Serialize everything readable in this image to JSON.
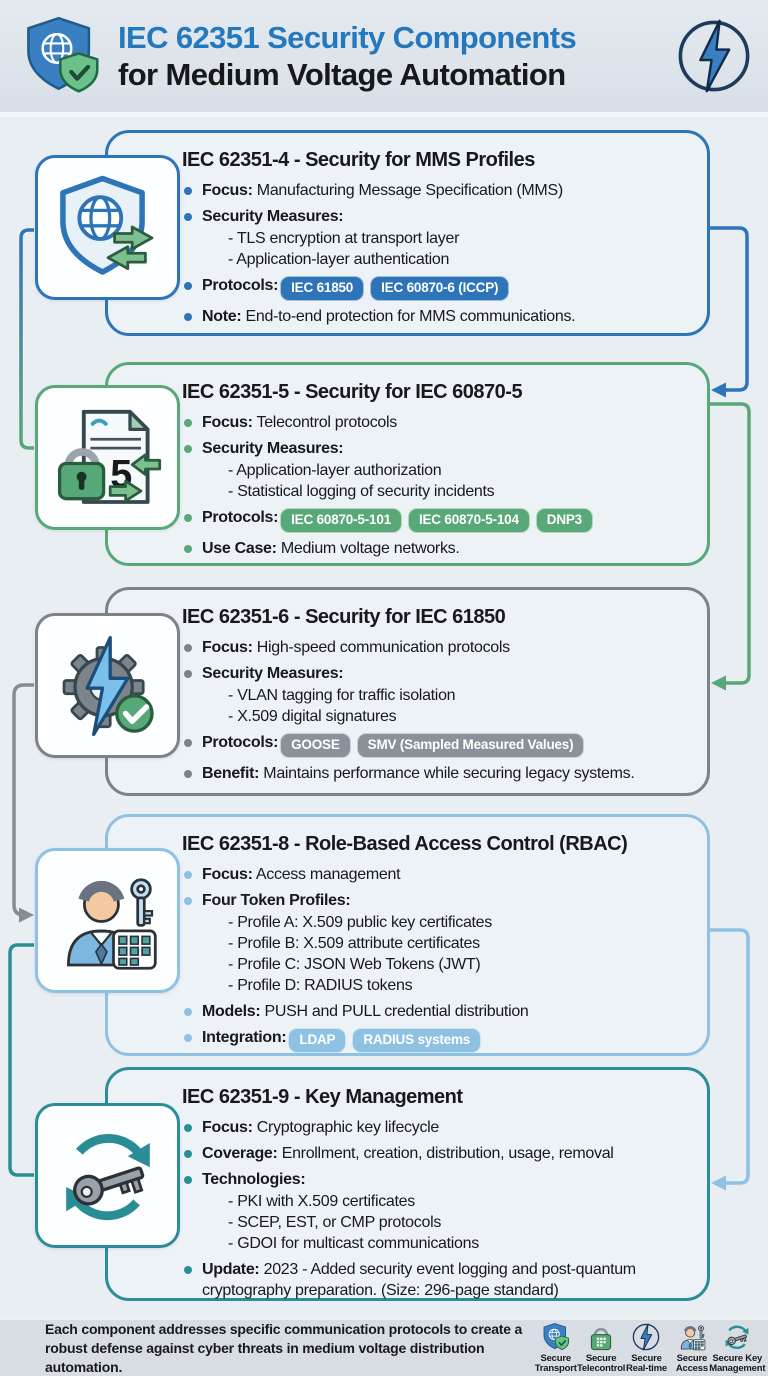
{
  "header": {
    "title_line1": "IEC 62351 Security Components",
    "title_line2": "for Medium Voltage Automation",
    "left_icon": "shield-globe-icon",
    "right_icon": "lightning-circle-icon"
  },
  "colors": {
    "blue": "#2e74b8",
    "green": "#58a878",
    "gray": "#7b8289",
    "light_blue": "#8fc1e3",
    "teal": "#2b8d95",
    "title_blue": "#2478bd"
  },
  "cards": [
    {
      "title": "IEC 62351-4 - Security for MMS Profiles",
      "icon": "shield-globe-exchange-icon",
      "accent": "#2e74b8",
      "badge_color": "#2e74b8",
      "items": [
        {
          "label": "Focus:",
          "text": "Manufacturing Message Specification (MMS)"
        },
        {
          "label": "Security Measures:",
          "subitems": [
            "TLS encryption at transport layer",
            "Application-layer authentication"
          ]
        },
        {
          "label": "Protocols:",
          "badges": [
            "IEC 61850",
            "IEC 60870-6 (ICCP)"
          ]
        },
        {
          "label": "Note:",
          "text": "End-to-end protection for MMS communications."
        }
      ]
    },
    {
      "title": "IEC 62351-5 - Security for IEC 60870-5",
      "icon": "document-lock-icon",
      "accent": "#58a878",
      "badge_color": "#58a878",
      "items": [
        {
          "label": "Focus:",
          "text": "Telecontrol protocols"
        },
        {
          "label": "Security Measures:",
          "subitems": [
            "Application-layer authorization",
            "Statistical logging of security incidents"
          ]
        },
        {
          "label": "Protocols:",
          "badges": [
            "IEC 60870-5-101",
            "IEC 60870-5-104",
            "DNP3"
          ]
        },
        {
          "label": "Use Case:",
          "text": "Medium voltage networks."
        }
      ]
    },
    {
      "title": "IEC 62351-6 - Security for IEC 61850",
      "icon": "gear-lightning-check-icon",
      "accent": "#7b8289",
      "badge_color": "#8a9198",
      "items": [
        {
          "label": "Focus:",
          "text": "High-speed communication protocols"
        },
        {
          "label": "Security Measures:",
          "subitems": [
            "VLAN tagging for traffic isolation",
            "X.509 digital signatures"
          ]
        },
        {
          "label": "Protocols:",
          "badges": [
            "GOOSE",
            "SMV (Sampled Measured Values)"
          ]
        },
        {
          "label": "Benefit:",
          "text": "Maintains performance while securing legacy systems."
        }
      ]
    },
    {
      "title": "IEC 62351-8 - Role-Based Access Control (RBAC)",
      "icon": "person-key-icon",
      "accent": "#8fc1e3",
      "badge_color": "#8fc1e3",
      "items": [
        {
          "label": "Focus:",
          "text": "Access management"
        },
        {
          "label": "Four Token Profiles:",
          "subitems": [
            "Profile A: X.509 public key certificates",
            "Profile B: X.509 attribute certificates",
            "Profile C: JSON Web Tokens (JWT)",
            "Profile D: RADIUS tokens"
          ]
        },
        {
          "label": "Models:",
          "text": "PUSH and PULL credential distribution"
        },
        {
          "label": "Integration:",
          "badges": [
            "LDAP",
            "RADIUS systems"
          ]
        }
      ]
    },
    {
      "title": "IEC 62351-9 - Key Management",
      "icon": "key-lifecycle-icon",
      "accent": "#2b8d95",
      "badge_color": "#2b8d95",
      "items": [
        {
          "label": "Focus:",
          "text": "Cryptographic key lifecycle"
        },
        {
          "label": "Coverage:",
          "text": "Enrollment, creation, distribution, usage, removal"
        },
        {
          "label": "Technologies:",
          "subitems": [
            "PKI with X.509 certificates",
            "SCEP, EST, or CMP protocols",
            "GDOI for multicast communications"
          ]
        },
        {
          "label": "Update:",
          "text": "2023 - Added security event logging and post-quantum cryptography preparation. (Size: 296-page standard)"
        }
      ]
    }
  ],
  "footer": {
    "text": "Each component addresses specific communication protocols to create a robust defense against cyber threats in medium voltage distribution automation.",
    "legend": [
      {
        "icon": "shield-globe-icon",
        "label": "Secure Transport"
      },
      {
        "icon": "padlock-icon",
        "label": "Secure Telecontrol"
      },
      {
        "icon": "lightning-circle-icon",
        "label": "Secure Real-time"
      },
      {
        "icon": "person-key-icon",
        "label": "Secure Access"
      },
      {
        "icon": "key-lifecycle-icon",
        "label": "Secure Key Management"
      }
    ]
  }
}
